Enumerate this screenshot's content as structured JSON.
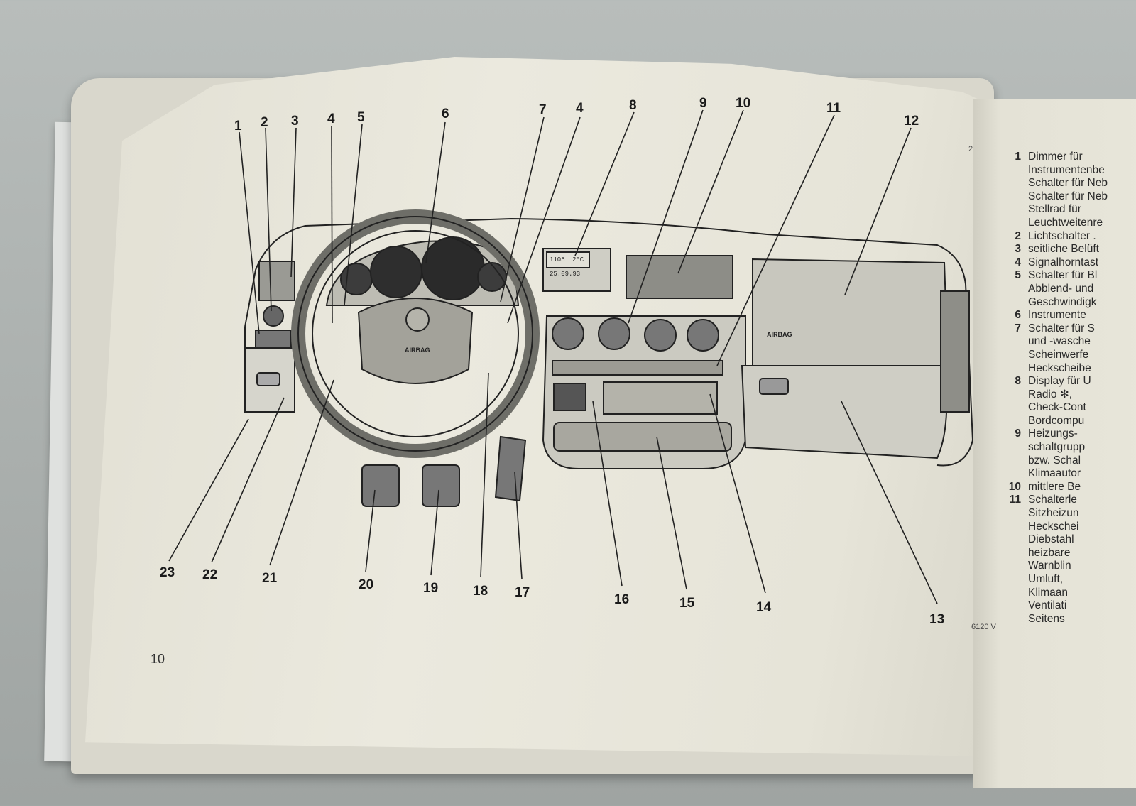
{
  "page": {
    "page_number": "10",
    "figure_code": "6120 V",
    "corner_mark": "2"
  },
  "callouts": [
    {
      "id": "c1",
      "label": "1"
    },
    {
      "id": "c2",
      "label": "2"
    },
    {
      "id": "c3",
      "label": "3"
    },
    {
      "id": "c4a",
      "label": "4"
    },
    {
      "id": "c5",
      "label": "5"
    },
    {
      "id": "c6",
      "label": "6"
    },
    {
      "id": "c7",
      "label": "7"
    },
    {
      "id": "c4b",
      "label": "4"
    },
    {
      "id": "c8",
      "label": "8"
    },
    {
      "id": "c9",
      "label": "9"
    },
    {
      "id": "c10",
      "label": "10"
    },
    {
      "id": "c11",
      "label": "11"
    },
    {
      "id": "c12",
      "label": "12"
    },
    {
      "id": "c13",
      "label": "13"
    },
    {
      "id": "c14",
      "label": "14"
    },
    {
      "id": "c15",
      "label": "15"
    },
    {
      "id": "c16",
      "label": "16"
    },
    {
      "id": "c17",
      "label": "17"
    },
    {
      "id": "c18",
      "label": "18"
    },
    {
      "id": "c19",
      "label": "19"
    },
    {
      "id": "c20",
      "label": "20"
    },
    {
      "id": "c21",
      "label": "21"
    },
    {
      "id": "c22",
      "label": "22"
    },
    {
      "id": "c23",
      "label": "23"
    }
  ],
  "dashboard_text": {
    "airbag_wheel": "AIRBAG",
    "airbag_passenger": "AIRBAG",
    "display_time": "1105",
    "display_temp": "2°C",
    "display_date": "25.09.93"
  },
  "legend": [
    {
      "num": "1",
      "lines": [
        "Dimmer für",
        "Instrumentenbe",
        "Schalter für Neb",
        "Schalter für Neb",
        "Stellrad für",
        "Leuchtweitenre"
      ]
    },
    {
      "num": "2",
      "lines": [
        "Lichtschalter ."
      ]
    },
    {
      "num": "3",
      "lines": [
        "seitliche Belüft"
      ]
    },
    {
      "num": "4",
      "lines": [
        "Signalhorntast"
      ]
    },
    {
      "num": "5",
      "lines": [
        "Schalter für Bl",
        "Abblend- und",
        "Geschwindigk"
      ]
    },
    {
      "num": "6",
      "lines": [
        "Instrumente"
      ]
    },
    {
      "num": "7",
      "lines": [
        "Schalter für S",
        "und -wasche",
        "Scheinwerfe",
        "Heckscheibe"
      ]
    },
    {
      "num": "8",
      "lines": [
        "Display für U",
        "Radio ✻,",
        "Check-Cont",
        "Bordcompu"
      ]
    },
    {
      "num": "9",
      "lines": [
        "Heizungs-",
        "schaltgrupp",
        "bzw. Schal",
        "Klimaautor"
      ]
    },
    {
      "num": "10",
      "lines": [
        "mittlere Be"
      ]
    },
    {
      "num": "11",
      "lines": [
        "Schalterle",
        "Sitzheizun",
        "Heckschei",
        "Diebstahl",
        "heizbare",
        "Warnblin",
        "Umluft,",
        "Klimaan",
        "Ventilati",
        "Seitens"
      ]
    }
  ]
}
